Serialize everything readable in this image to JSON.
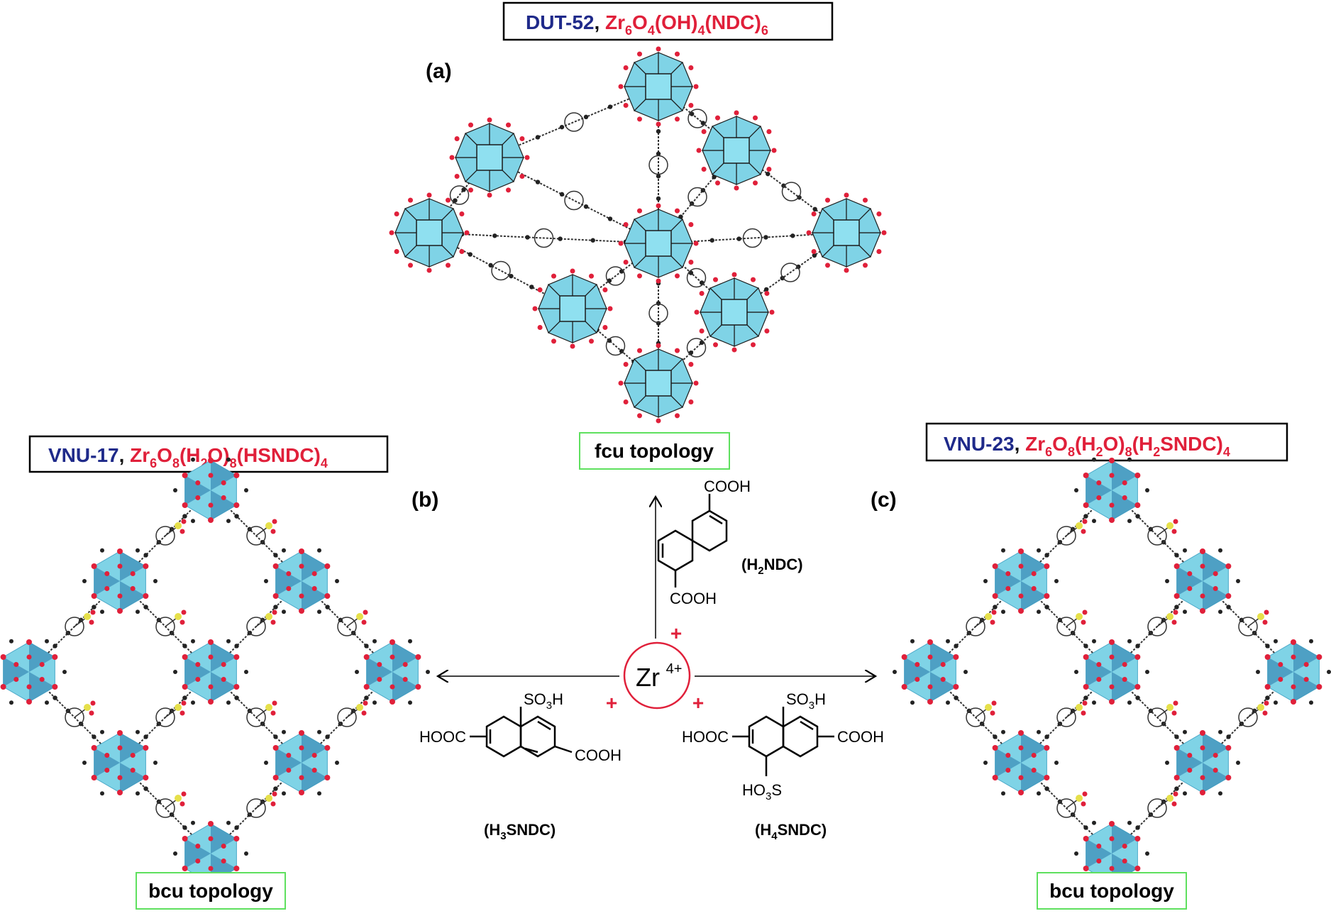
{
  "top_formula": {
    "name": "DUT-52",
    "sep": ", ",
    "f_zr": "Zr",
    "f_6": "6",
    "f_o": "O",
    "f_4": "4",
    "f_oh": "(OH)",
    "f_4b": "4",
    "f_ndc": "(NDC)",
    "f_6b": "6"
  },
  "left_formula": {
    "name": "VNU-17",
    "sep": ", ",
    "f_zr": "Zr",
    "f_6": "6",
    "f_o": "O",
    "f_8": "8",
    "f_h": "(H",
    "f_2": "2",
    "f_o2": "O)",
    "f_8b": "8",
    "f_rest": "(HSNDC)",
    "f_4": "4"
  },
  "right_formula": {
    "name": "VNU-23",
    "sep": ", ",
    "f_zr": "Zr",
    "f_6": "6",
    "f_o": "O",
    "f_8": "8",
    "f_h": "(H",
    "f_2": "2",
    "f_o2": "O)",
    "f_8b": "8",
    "f_h2": "(H",
    "f_2b": "2",
    "f_rest": "SNDC)",
    "f_4": "4"
  },
  "panels": {
    "a": "(a)",
    "b": "(b)",
    "c": "(c)"
  },
  "topologies": {
    "top": "fcu topology",
    "left": "bcu topology",
    "right": "bcu topology"
  },
  "center": {
    "ion": "Zr",
    "charge": "4+",
    "plus": "+"
  },
  "ligands": {
    "ndc": {
      "top_group": "COOH",
      "bottom_group": "COOH",
      "name_a": "(H",
      "name_sub": "2",
      "name_b": "NDC)"
    },
    "h3sndc": {
      "so3h_a": "SO",
      "so3h_sub": "3",
      "so3h_b": "H",
      "left_group": "HOOC",
      "right_group": "COOH",
      "name_a": "(H",
      "name_sub": "3",
      "name_b": "SNDC)"
    },
    "h4sndc": {
      "so3h_a": "SO",
      "so3h_sub": "3",
      "so3h_b": "H",
      "left_group": "HOOC",
      "right_group": "COOH",
      "bottom_a": "HO",
      "bottom_sub": "3",
      "bottom_b": "S",
      "name_a": "(H",
      "name_sub": "4",
      "name_b": "SNDC)"
    }
  },
  "colors": {
    "label_blue": "#1f2a8a",
    "label_red": "#e0203a",
    "polyhedron": "#7fd3e6",
    "polyhedron_dark": "#3d8fb8",
    "oxygen": "#e0203a",
    "sulfur": "#e6e04a",
    "topology_box": "#5ee05e"
  }
}
